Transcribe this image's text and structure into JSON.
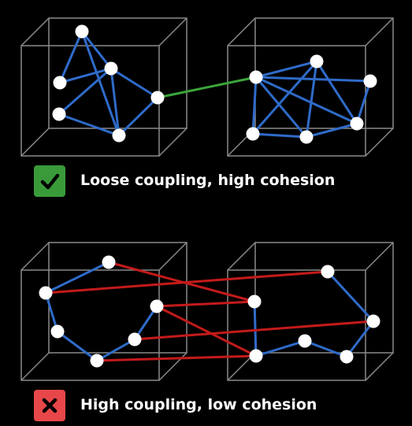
{
  "colors": {
    "background": "#000000",
    "cube_edge": "#8a8a8a",
    "node": "#ffffff",
    "intra_edge": "#2f6bc9",
    "good_link": "#3aa53a",
    "bad_link": "#c41a1a",
    "check_badge": "#3a9a3a",
    "cross_badge": "#e8474a",
    "caption_text": "#ffffff"
  },
  "panels": [
    {
      "id": "loose",
      "caption": "Loose coupling, high cohesion",
      "badge_icon": "check-icon",
      "link_color_key": "good_link"
    },
    {
      "id": "tight",
      "caption": "High coupling, low cohesion",
      "badge_icon": "cross-icon",
      "link_color_key": "bad_link"
    }
  ]
}
